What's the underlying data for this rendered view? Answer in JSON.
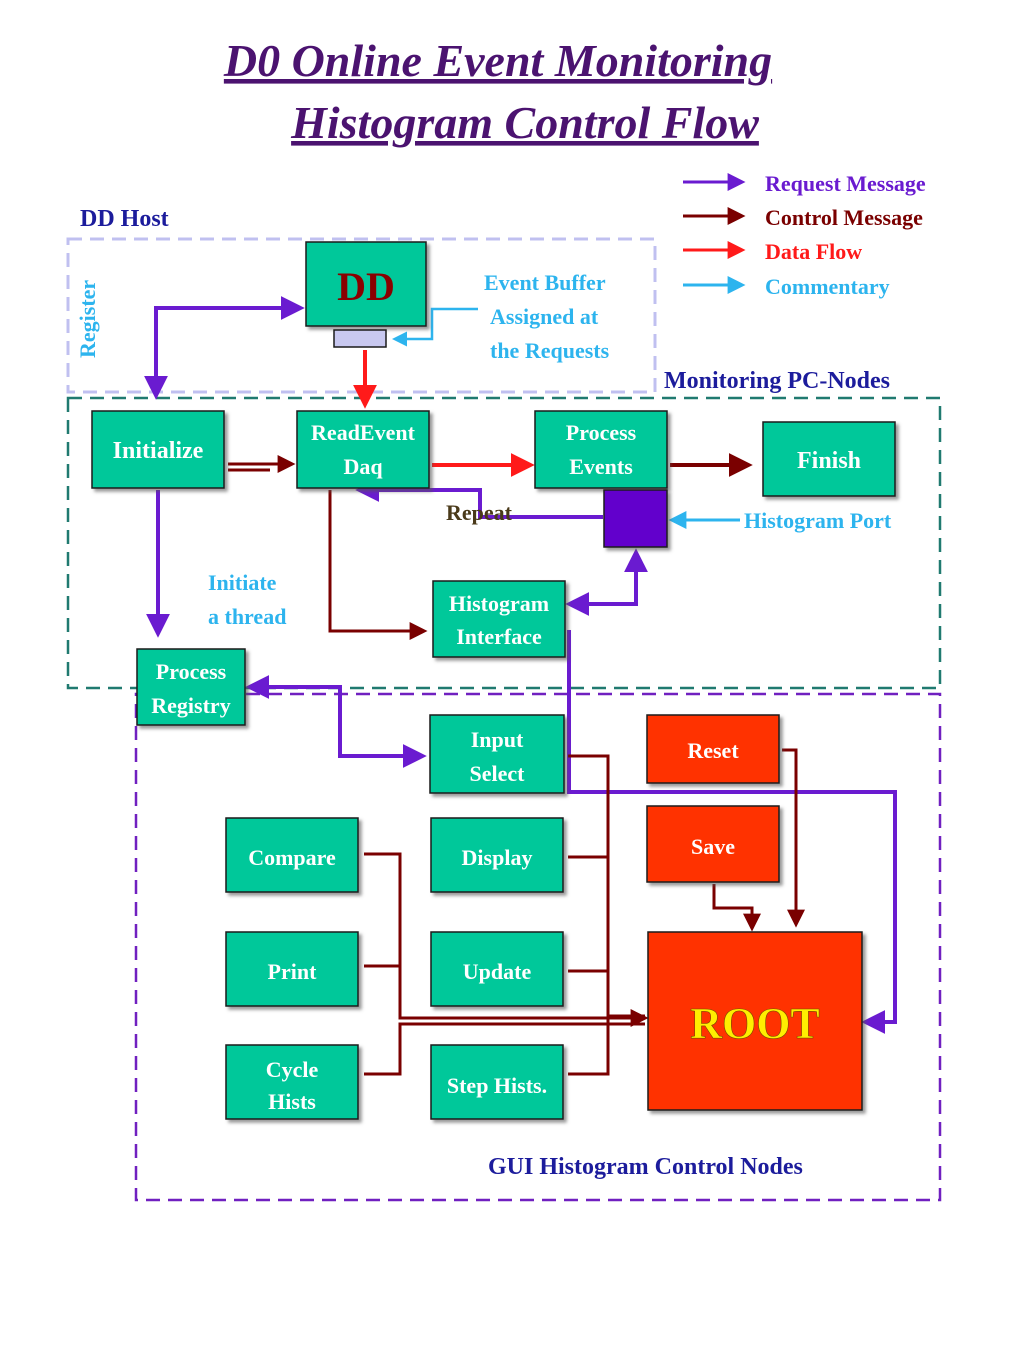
{
  "title": {
    "line1": "D0 Online Event Monitoring",
    "line2": "Histogram Control Flow"
  },
  "legend": [
    {
      "label": "Request Message",
      "color": "#6a1bd0"
    },
    {
      "label": "Control Message",
      "color": "#7a0000"
    },
    {
      "label": "Data Flow",
      "color": "#ff1a1a"
    },
    {
      "label": "Commentary",
      "color": "#2db4ee"
    }
  ],
  "regions": {
    "dd_host": "DD Host",
    "monitoring": "Monitoring PC-Nodes",
    "gui": "GUI Histogram Control Nodes"
  },
  "boxes": {
    "dd": "DD",
    "initialize": "Initialize",
    "readevent": [
      "ReadEvent",
      "Daq"
    ],
    "process_events": [
      "Process",
      "Events"
    ],
    "finish": "Finish",
    "histogram_interface": [
      "Histogram",
      "Interface"
    ],
    "process_registry": [
      "Process",
      "Registry"
    ],
    "input_select": [
      "Input",
      "Select"
    ],
    "reset": "Reset",
    "save": "Save",
    "compare": "Compare",
    "display": "Display",
    "print": "Print",
    "update": "Update",
    "cycle_hists": [
      "Cycle",
      "Hists"
    ],
    "step_hists": "Step Hists.",
    "root": "ROOT"
  },
  "labels": {
    "register": "Register",
    "event_buffer": [
      "Event Buffer",
      "Assigned at",
      "the Requests"
    ],
    "repeat": "Repeat",
    "histogram_port": "Histogram Port",
    "initiate_thread": [
      "Initiate",
      "a thread"
    ]
  },
  "colors": {
    "green_box": "#06c89a",
    "red_box": "#ff3300",
    "port": "#6200cc",
    "buffer": "#c8c8f0",
    "request": "#6a1bd0",
    "control": "#7a0000",
    "data": "#ff1a1a",
    "commentary": "#2db4ee"
  }
}
